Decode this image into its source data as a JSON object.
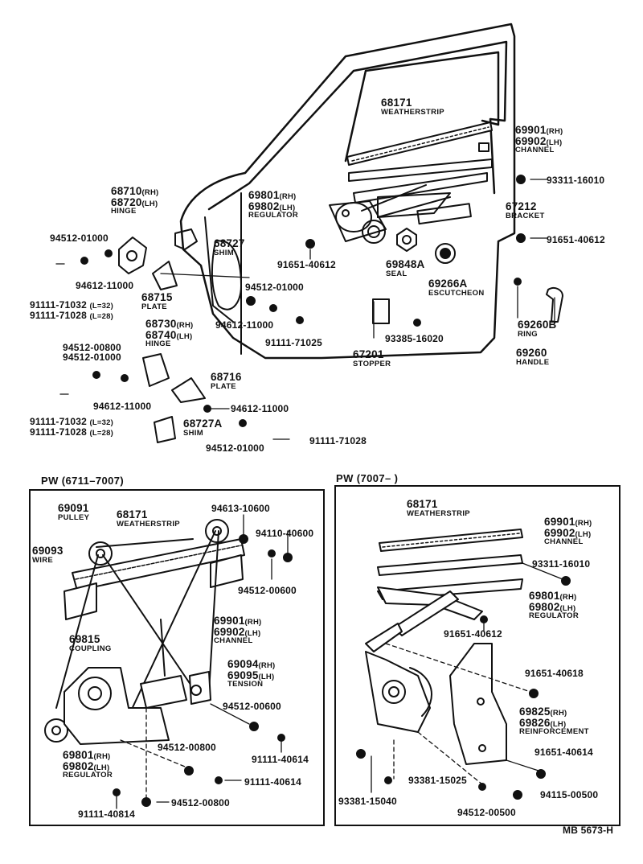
{
  "top": {
    "weatherstrip": {
      "num": "68171",
      "name": "WEATHERSTRIP"
    },
    "channel": {
      "rh": "69901",
      "lh": "69902",
      "name": "CHANNEL"
    },
    "bolt_93311": "93311-16010",
    "hinge_upper": {
      "rh": "68710",
      "lh": "68720",
      "name": "HINGE"
    },
    "regulator": {
      "rh": "69801",
      "lh": "69802",
      "name": "REGULATOR"
    },
    "bracket": {
      "num": "67212",
      "name": "BRACKET"
    },
    "nut_94512_a": "94512-01000",
    "shim_upper": {
      "num": "68727",
      "name": "SHIM"
    },
    "bolt_91651_r": "91651-40612",
    "washer_94612_a": "94612-11000",
    "plate_upper": {
      "num": "68715",
      "name": "PLATE"
    },
    "nut_94512_b": "94512-01000",
    "bolt_91651_c": "91651-40612",
    "seal": {
      "num": "69848A",
      "name": "SEAL"
    },
    "escutcheon": {
      "num": "69266A",
      "name": "ESCUTCHEON"
    },
    "bolt_9111_upper_1": "91111-71032",
    "len_32_a": "(L=32)",
    "bolt_9111_upper_2": "91111-71028",
    "len_28_a": "(L=28)",
    "washer_94612_b": "94612-11000",
    "ring": {
      "num": "69260B",
      "name": "RING"
    },
    "hinge_lower": {
      "rh": "68730",
      "lh": "68740",
      "name": "HINGE"
    },
    "bolt_91111_71025": "91111-71025",
    "screw_93385": "93385-16020",
    "nut_94512_00800": "94512-00800",
    "nut_94512_c": "94512-01000",
    "stopper": {
      "num": "67201",
      "name": "STOPPER"
    },
    "handle": {
      "num": "69260",
      "name": "HANDLE"
    },
    "plate_lower": {
      "num": "68716",
      "name": "PLATE"
    },
    "washer_94612_c": "94612-11000",
    "washer_94612_d": "94612-11000",
    "bolt_9111_lower_1": "91111-71032",
    "len_32_b": "(L=32)",
    "bolt_9111_lower_2": "91111-71028",
    "len_28_b": "(L=28)",
    "shim_lower": {
      "num": "68727A",
      "name": "SHIM"
    },
    "nut_94512_d": "94512-01000",
    "bolt_91111_71028_b": "91111-71028"
  },
  "pw_left": {
    "title": "PW (6711–7007)",
    "pulley": {
      "num": "69091",
      "name": "PULLEY"
    },
    "weatherstrip": {
      "num": "68171",
      "name": "WEATHERSTRIP"
    },
    "p94613": "94613-10600",
    "p94110": "94110-40600",
    "wire": {
      "num": "69093",
      "name": "WIRE"
    },
    "p94512_00600_a": "94512-00600",
    "coupling": {
      "num": "69815",
      "name": "COUPLING"
    },
    "channel": {
      "rh": "69901",
      "lh": "69902",
      "name": "CHANNEL"
    },
    "tension": {
      "rh": "69094",
      "lh": "69095",
      "name": "TENSION"
    },
    "p94512_00600_b": "94512-00600",
    "regulator": {
      "rh": "69801",
      "lh": "69802",
      "name": "REGULATOR"
    },
    "p94512_00800_a": "94512-00800",
    "p91111_40614_a": "91111-40614",
    "p91111_40614_b": "91111-40614",
    "p94512_00800_b": "94512-00800",
    "p91111_40814": "91111-40814"
  },
  "pw_right": {
    "title": "PW (7007–       )",
    "weatherstrip": {
      "num": "68171",
      "name": "WEATHERSTRIP"
    },
    "channel": {
      "rh": "69901",
      "lh": "69902",
      "name": "CHANNEL"
    },
    "p93311": "93311-16010",
    "regulator": {
      "rh": "69801",
      "lh": "69802",
      "name": "REGULATOR"
    },
    "p91651_40612": "91651-40612",
    "p91651_40618": "91651-40618",
    "reinforcement": {
      "rh": "69825",
      "lh": "69826",
      "name": "REINFORCEMENT"
    },
    "p91651_40614": "91651-40614",
    "p93381_15025": "93381-15025",
    "p93381_15040": "93381-15040",
    "p94115": "94115-00500",
    "p94512_00500": "94512-00500"
  },
  "footer": {
    "code": "MB 5673-H"
  },
  "suffix": {
    "rh": "(RH)",
    "lh": "(LH)"
  }
}
